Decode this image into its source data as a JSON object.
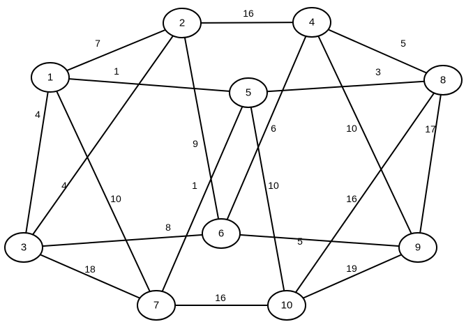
{
  "graph": {
    "nodes": [
      {
        "id": "1",
        "label": "1"
      },
      {
        "id": "2",
        "label": "2"
      },
      {
        "id": "3",
        "label": "3"
      },
      {
        "id": "4",
        "label": "4"
      },
      {
        "id": "5",
        "label": "5"
      },
      {
        "id": "6",
        "label": "6"
      },
      {
        "id": "7",
        "label": "7"
      },
      {
        "id": "8",
        "label": "8"
      },
      {
        "id": "9",
        "label": "9"
      },
      {
        "id": "10",
        "label": "10"
      }
    ],
    "edges": [
      {
        "from": "1",
        "to": "2",
        "weight": "7"
      },
      {
        "from": "2",
        "to": "4",
        "weight": "16"
      },
      {
        "from": "4",
        "to": "8",
        "weight": "5"
      },
      {
        "from": "1",
        "to": "5",
        "weight": "1"
      },
      {
        "from": "5",
        "to": "8",
        "weight": "3"
      },
      {
        "from": "1",
        "to": "3",
        "weight": "4"
      },
      {
        "from": "2",
        "to": "6",
        "weight": "9"
      },
      {
        "from": "2",
        "to": "3",
        "weight": "4"
      },
      {
        "from": "1",
        "to": "7",
        "weight": "10"
      },
      {
        "from": "5",
        "to": "7",
        "weight": "1"
      },
      {
        "from": "4",
        "to": "6",
        "weight": "6"
      },
      {
        "from": "4",
        "to": "9",
        "weight": "10"
      },
      {
        "from": "5",
        "to": "10",
        "weight": "10"
      },
      {
        "from": "8",
        "to": "9",
        "weight": "17"
      },
      {
        "from": "8",
        "to": "10",
        "weight": "16"
      },
      {
        "from": "3",
        "to": "6",
        "weight": "8"
      },
      {
        "from": "6",
        "to": "9",
        "weight": "5"
      },
      {
        "from": "3",
        "to": "7",
        "weight": "18"
      },
      {
        "from": "7",
        "to": "10",
        "weight": "16"
      },
      {
        "from": "9",
        "to": "10",
        "weight": "19"
      }
    ]
  }
}
